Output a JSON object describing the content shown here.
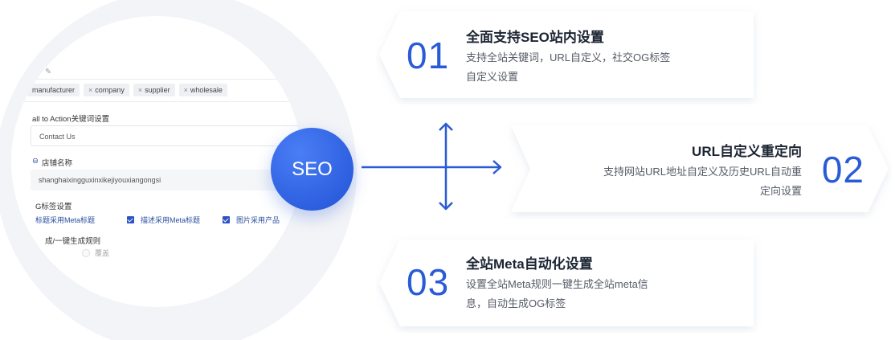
{
  "form": {
    "tags": [
      "manufacturer",
      "company",
      "supplier",
      "wholesale"
    ],
    "tag_remove": "×",
    "cta_label": "all to Action关键词设置",
    "cta_placeholder": "Contact Us",
    "store_label": "店铺名称",
    "store_value": "shanghaixingguxinxikejiyouxiangongsi",
    "og_label": "G标签设置",
    "checkboxes": [
      "标题采用Meta标题",
      "描述采用Meta标题",
      "图片采用产品"
    ],
    "rule_label": "成/一键生成规则",
    "radio_label": "覆盖"
  },
  "center": {
    "label": "SEO"
  },
  "cards": [
    {
      "number": "01",
      "title": "全面支持SEO站内设置",
      "desc_lines": [
        "支持全站关键词，URL自定义，社交OG标签",
        "自定义设置"
      ]
    },
    {
      "number": "02",
      "title": "URL自定义重定向",
      "desc_lines": [
        "支持网站URL地址自定义及历史URL自动重",
        "定向设置"
      ]
    },
    {
      "number": "03",
      "title": "全站Meta自动化设置",
      "desc_lines": [
        "设置全站Meta规则一键生成全站meta信",
        "息，自动生成OG标签"
      ]
    }
  ],
  "colors": {
    "accent": "#2a5bd7",
    "circle": "#2152d6"
  }
}
